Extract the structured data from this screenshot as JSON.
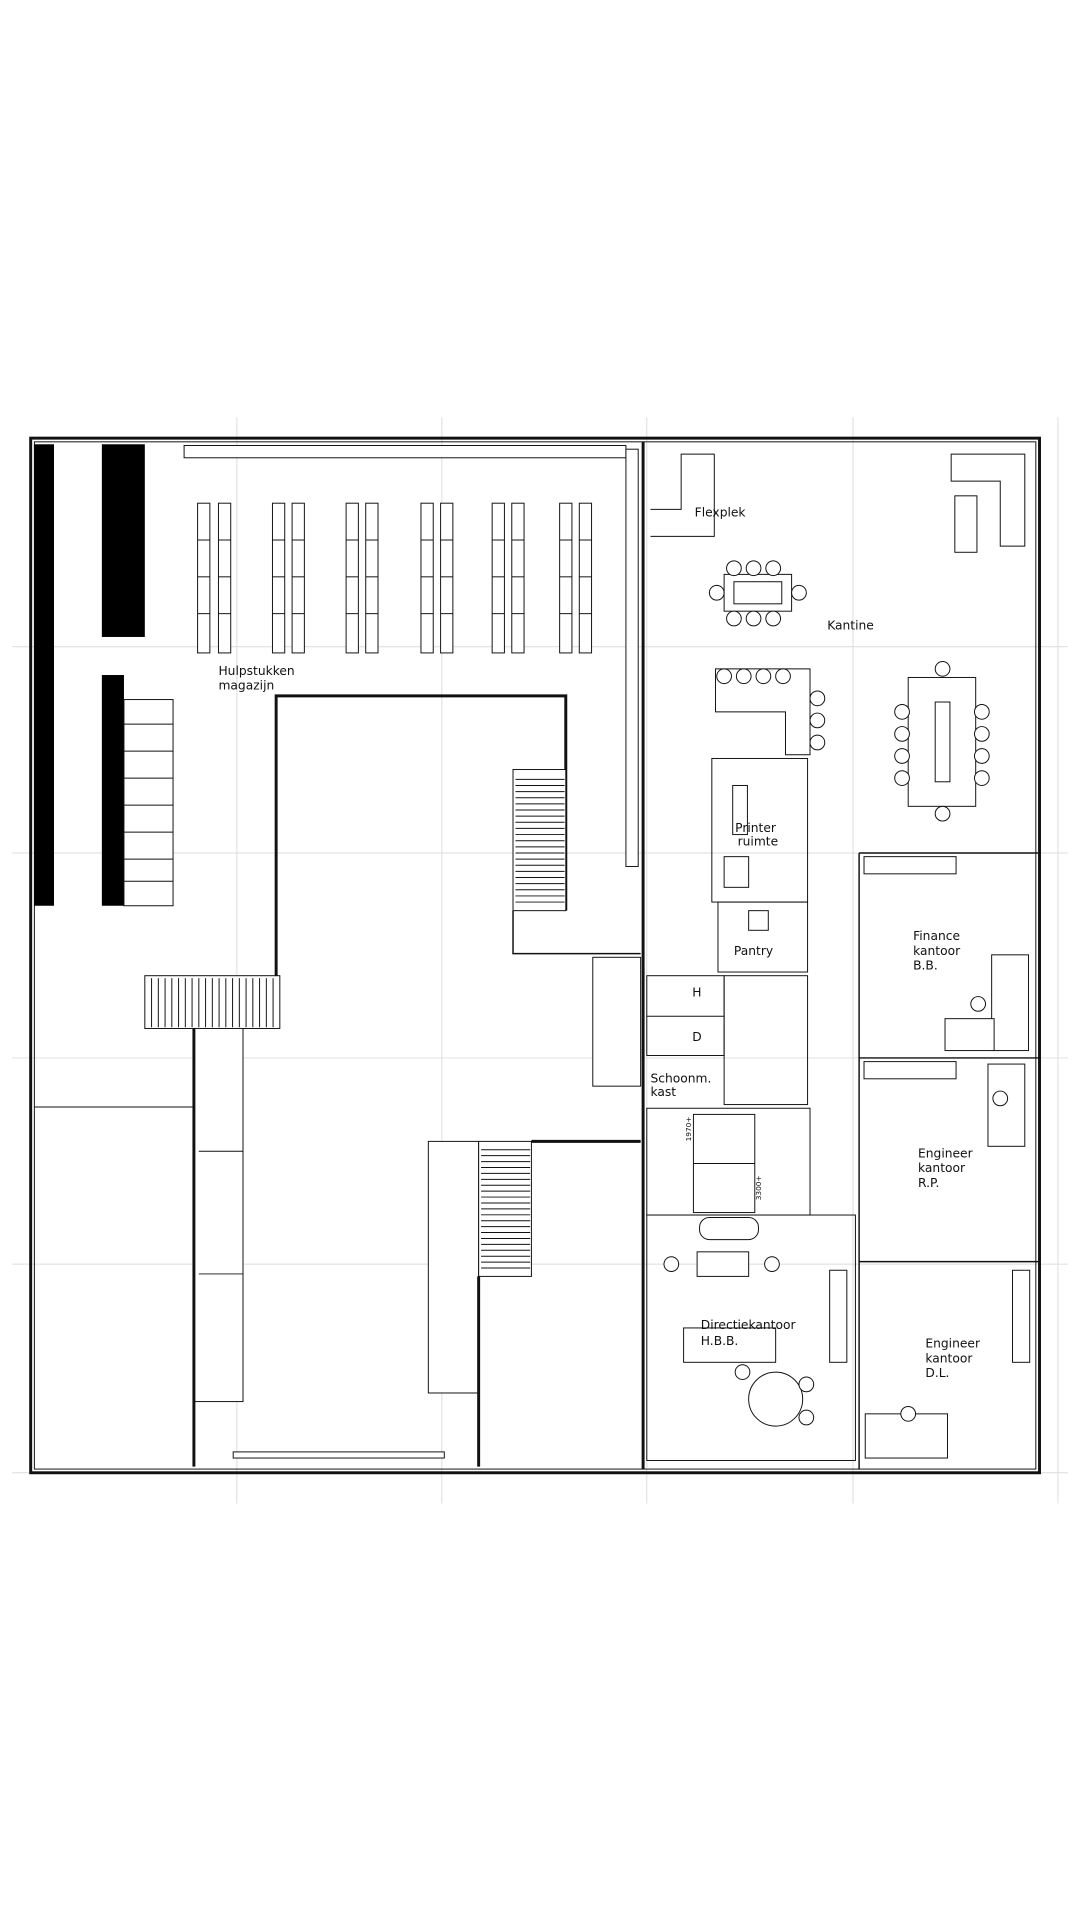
{
  "plan": {
    "rooms": {
      "flexplek": "Flexplek",
      "kantine": "Kantine",
      "magazijn_1": "Hulpstukken",
      "magazijn_2": "magazijn",
      "printer_1": "Printer",
      "printer_2": "ruimte",
      "pantry": "Pantry",
      "finance_1": "Finance",
      "finance_2": "kantoor",
      "finance_3": "B.B.",
      "schoonm_1": "Schoonm.",
      "schoonm_2": "kast",
      "toilet_h": "H",
      "toilet_d": "D",
      "eng_rp_1": "Engineer",
      "eng_rp_2": "kantoor",
      "eng_rp_3": "R.P.",
      "directie_1": "Directiekantoor",
      "directie_2": "H.B.B.",
      "eng_dl_1": "Engineer",
      "eng_dl_2": "kantoor",
      "eng_dl_3": "D.L."
    },
    "stair_levels": {
      "upper": "1970+",
      "lower": "3300+"
    }
  }
}
